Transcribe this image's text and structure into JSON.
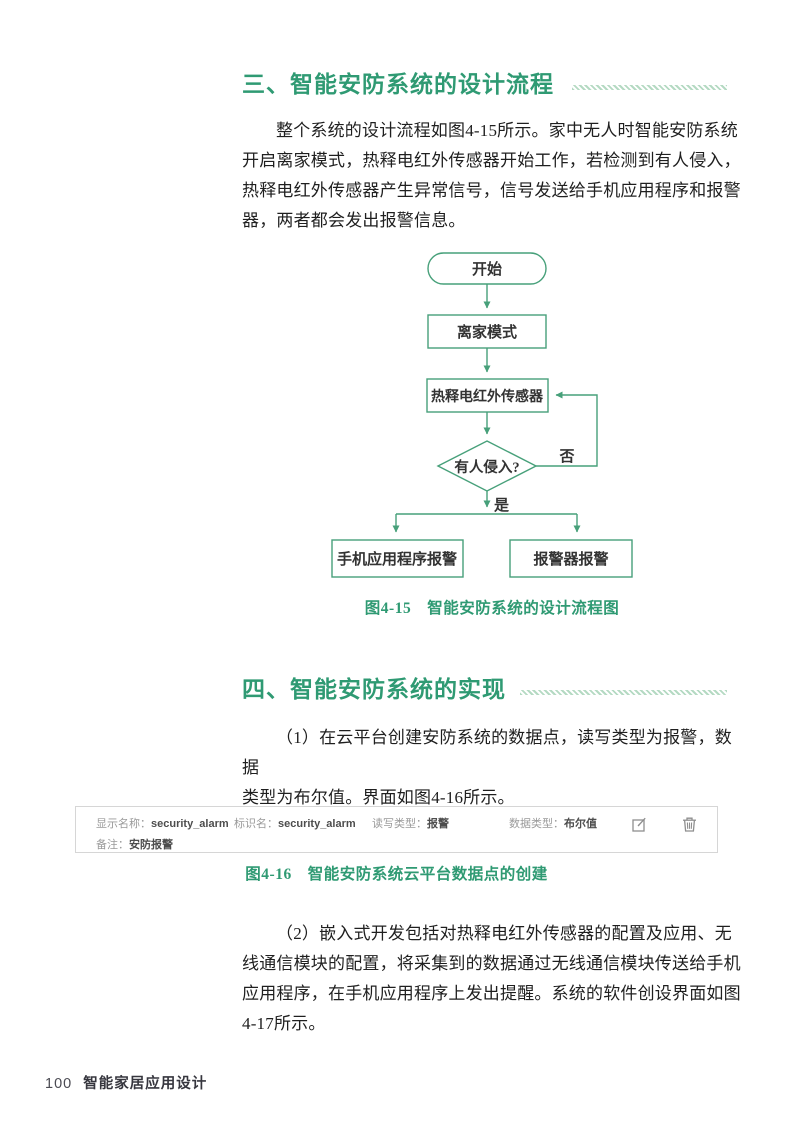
{
  "colors": {
    "heading_green": "#2f9a73",
    "flow_stroke": "#47a07a",
    "body_text": "#1f1f1f",
    "panel_label_gray": "#9a9a9a",
    "panel_value_dark": "#4d4d4d",
    "panel_border": "#d6d6d6",
    "icon_gray": "#8e8e8e"
  },
  "section_design": {
    "heading": "三、智能安防系统的设计流程",
    "paragraph_lines": [
      "整个系统的设计流程如图4-15所示。家中无人时智能安防系统",
      "开启离家模式，热释电红外传感器开始工作，若检测到有人侵入，",
      "热释电红外传感器产生异常信号，信号发送给手机应用程序和报警",
      "器，两者都会发出报警信息。"
    ]
  },
  "flowchart": {
    "start": "开始",
    "away_mode": "离家模式",
    "pir_sensor": "热释电红外传感器",
    "decision": "有人侵入?",
    "label_no": "否",
    "label_yes": "是",
    "app_alarm": "手机应用程序报警",
    "siren_alarm": "报警器报警",
    "caption": "图4-15　智能安防系统的设计流程图"
  },
  "section_implementation": {
    "heading": "四、智能安防系统的实现",
    "paragraph1_lines": [
      "（1）在云平台创建安防系统的数据点，读写类型为报警，数据",
      "类型为布尔值。界面如图4-16所示。"
    ],
    "paragraph2_lines": [
      "（2）嵌入式开发包括对热释电红外传感器的配置及应用、无",
      "线通信模块的配置，将采集到的数据通过无线通信模块传送给手机",
      "应用程序，在手机应用程序上发出提醒。系统的软件创设界面如图",
      "4-17所示。"
    ]
  },
  "datapoint_panel": {
    "fields": [
      {
        "label": "显示名称：",
        "value": "security_alarm"
      },
      {
        "label": "标识名：",
        "value": "security_alarm"
      },
      {
        "label": "读写类型：",
        "value": "报警"
      },
      {
        "label": "数据类型：",
        "value": "布尔值"
      },
      {
        "label": "备注：",
        "value": "安防报警"
      }
    ],
    "caption": "图4-16　智能安防系统云平台数据点的创建"
  },
  "footer": {
    "page_number": "100",
    "book_title": "智能家居应用设计"
  }
}
